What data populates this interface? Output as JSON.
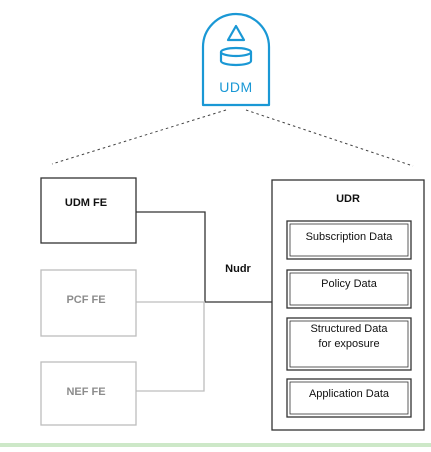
{
  "udm": {
    "label": "UDM",
    "icon": "udm-database-icon",
    "color": "#1a98d5"
  },
  "front_ends": [
    {
      "label": "UDM FE",
      "state": "active"
    },
    {
      "label": "PCF FE",
      "state": "inactive"
    },
    {
      "label": "NEF FE",
      "state": "inactive"
    }
  ],
  "interface_label": "Nudr",
  "udr": {
    "title": "UDR",
    "data_stores": [
      {
        "label_lines": [
          "Subscription Data"
        ]
      },
      {
        "label_lines": [
          "Policy Data"
        ]
      },
      {
        "label_lines": [
          "Structured Data",
          "for exposure"
        ]
      },
      {
        "label_lines": [
          "Application Data"
        ]
      }
    ]
  },
  "colors": {
    "active_line": "#333333",
    "inactive_line": "#bdbdbd",
    "accent": "#1a98d5",
    "footer_band": "#cde8c8"
  }
}
